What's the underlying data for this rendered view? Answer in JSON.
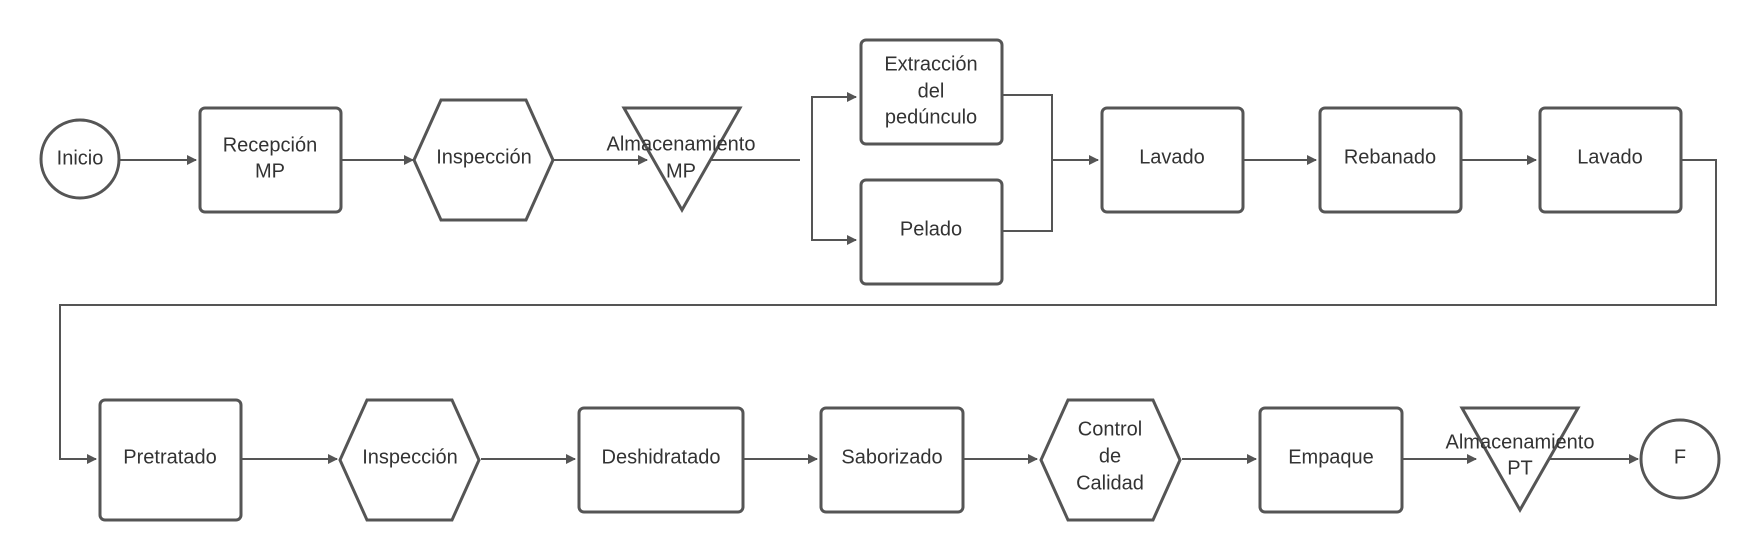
{
  "nodes": {
    "inicio": "Inicio",
    "recepcion": [
      "Recepción",
      "MP"
    ],
    "inspeccion1": "Inspección",
    "almacenamiento_mp": [
      "Almacenamiento",
      "MP"
    ],
    "extraccion": [
      "Extracción",
      "del",
      "pedúnculo"
    ],
    "pelado": "Pelado",
    "lavado1": "Lavado",
    "rebanado": "Rebanado",
    "lavado2": "Lavado",
    "pretratado": "Pretratado",
    "inspeccion2": "Inspección",
    "deshidratado": "Deshidratado",
    "saborizado": "Saborizado",
    "control": [
      "Control",
      "de",
      "Calidad"
    ],
    "empaque": "Empaque",
    "almacenamiento_pt": [
      "Almacenamiento",
      "PT"
    ],
    "fin": "F"
  },
  "colors": {
    "stroke": "#555555",
    "text": "#333333",
    "fill": "#ffffff"
  }
}
